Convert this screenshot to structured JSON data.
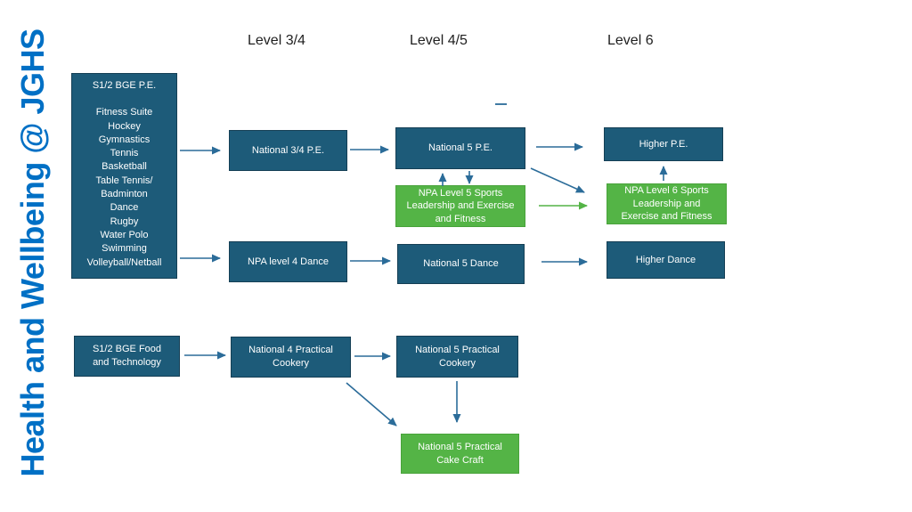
{
  "title": "Health and Wellbeing @ JGHS",
  "column_headers": [
    {
      "label": "Level 3/4"
    },
    {
      "label": "Level 4/5"
    },
    {
      "label": "Level 6"
    }
  ],
  "boxes": {
    "s12_pe": {
      "heading": "S1/2 BGE P.E.",
      "items": [
        "Fitness Suite",
        "Hockey",
        "Gymnastics",
        "Tennis",
        "Basketball",
        "Table Tennis/",
        "Badminton",
        "Dance",
        "Rugby",
        "Water Polo",
        "Swimming",
        "Volleyball/Netball"
      ],
      "color": "blue"
    },
    "nat34_pe": {
      "label": "National 3/4 P.E.",
      "color": "blue"
    },
    "nat5_pe": {
      "label": "National 5 P.E.",
      "color": "blue"
    },
    "higher_pe": {
      "label": "Higher P.E.",
      "color": "blue"
    },
    "npa5_sports": {
      "lines": [
        "NPA Level 5 Sports",
        "Leadership and Exercise",
        "and Fitness"
      ],
      "color": "green"
    },
    "npa6_sports": {
      "lines": [
        "NPA Level 6 Sports",
        "Leadership and",
        "Exercise and Fitness"
      ],
      "color": "green"
    },
    "npa4_dance": {
      "label": "NPA level 4 Dance",
      "color": "blue"
    },
    "nat5_dance": {
      "label": "National 5 Dance",
      "color": "blue"
    },
    "higher_dance": {
      "label": "Higher Dance",
      "color": "blue"
    },
    "s12_food": {
      "lines": [
        "S1/2 BGE Food",
        "and Technology"
      ],
      "color": "blue"
    },
    "nat4_cookery": {
      "lines": [
        "National 4 Practical",
        "Cookery"
      ],
      "color": "blue"
    },
    "nat5_cookery": {
      "lines": [
        "National 5 Practical",
        "Cookery"
      ],
      "color": "blue"
    },
    "nat5_cakecraft": {
      "lines": [
        "National 5 Practical",
        "Cake Craft"
      ],
      "color": "green"
    }
  },
  "edges": [
    {
      "from": "s12_pe",
      "to": "nat34_pe",
      "color": "blue"
    },
    {
      "from": "nat34_pe",
      "to": "nat5_pe",
      "color": "blue"
    },
    {
      "from": "nat5_pe",
      "to": "higher_pe",
      "color": "blue"
    },
    {
      "from": "nat5_pe",
      "to": "npa6_sports",
      "color": "blue"
    },
    {
      "from": "npa5_sports",
      "to": "nat5_pe",
      "color": "blue"
    },
    {
      "from": "nat5_pe",
      "to": "npa5_sports",
      "color": "blue"
    },
    {
      "from": "npa5_sports",
      "to": "npa6_sports",
      "color": "green"
    },
    {
      "from": "npa6_sports",
      "to": "higher_pe",
      "color": "blue"
    },
    {
      "from": "s12_pe",
      "to": "npa4_dance",
      "color": "blue"
    },
    {
      "from": "npa4_dance",
      "to": "nat5_dance",
      "color": "blue"
    },
    {
      "from": "nat5_dance",
      "to": "higher_dance",
      "color": "blue"
    },
    {
      "from": "s12_food",
      "to": "nat4_cookery",
      "color": "blue"
    },
    {
      "from": "nat4_cookery",
      "to": "nat5_cookery",
      "color": "blue"
    },
    {
      "from": "nat4_cookery",
      "to": "nat5_cakecraft",
      "color": "blue"
    },
    {
      "from": "nat5_cookery",
      "to": "nat5_cakecraft",
      "color": "blue"
    }
  ],
  "colors": {
    "title": "#0070C5",
    "box_blue": "#1D5B79",
    "box_green": "#54B446",
    "arrow_blue": "#2B6C99",
    "arrow_green": "#54B446"
  }
}
